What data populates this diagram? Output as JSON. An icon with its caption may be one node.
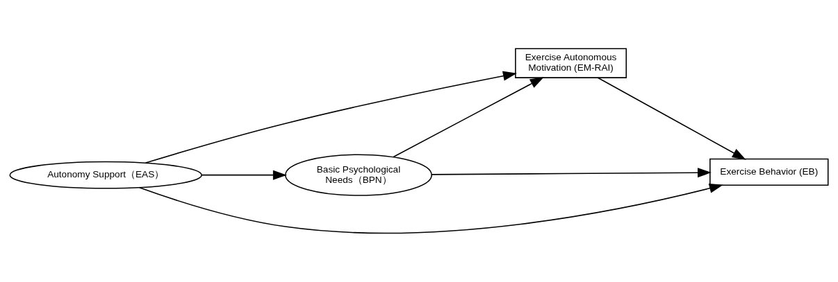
{
  "diagram": {
    "nodes": [
      {
        "text": [
          "Basic Psychological Needs（BPN）"
        ]
      },
      {
        "text": [
          "Exercise Autonomous Motivation (EM-RAI)"
        ]
      },
      {
        "text": [
          "Autonomy Support（EAS）"
        ]
      },
      {
        "text": [
          "Exercise Behavior (EB)"
        ]
      }
    ],
    "edges": [
      {
        "from": 2,
        "to": 0,
        "arrow": "to"
      },
      {
        "from": 0,
        "to": 1,
        "arrow": "to"
      },
      {
        "from": 0,
        "to": 3,
        "arrow": "to"
      },
      {
        "from": 2,
        "to": 1,
        "arrow": "to"
      },
      {
        "from": 1,
        "to": 3,
        "arrow": "to"
      },
      {
        "from": 2,
        "to": 3,
        "arrow": "to"
      }
    ]
  }
}
